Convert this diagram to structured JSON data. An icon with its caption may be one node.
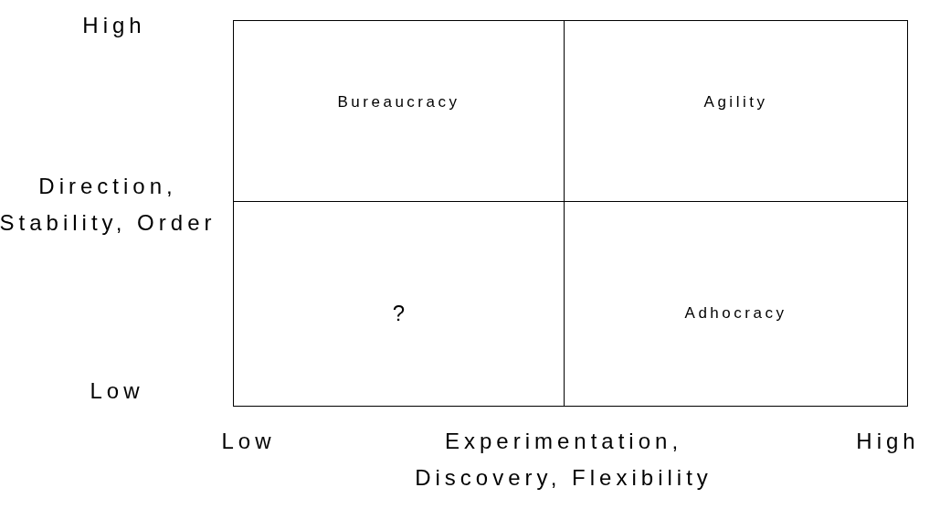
{
  "diagram": {
    "nodes": [
      {
        "text": [
          "Bureaucracy"
        ]
      },
      {
        "text": [
          "Agility"
        ]
      },
      {
        "text": [
          "?"
        ]
      },
      {
        "text": [
          "Adhocracy"
        ]
      }
    ],
    "labels": [
      "High",
      "Direction, Stability, Order",
      "Low",
      "Low",
      "Experimentation, Discovery, Flexibility",
      "High"
    ]
  }
}
